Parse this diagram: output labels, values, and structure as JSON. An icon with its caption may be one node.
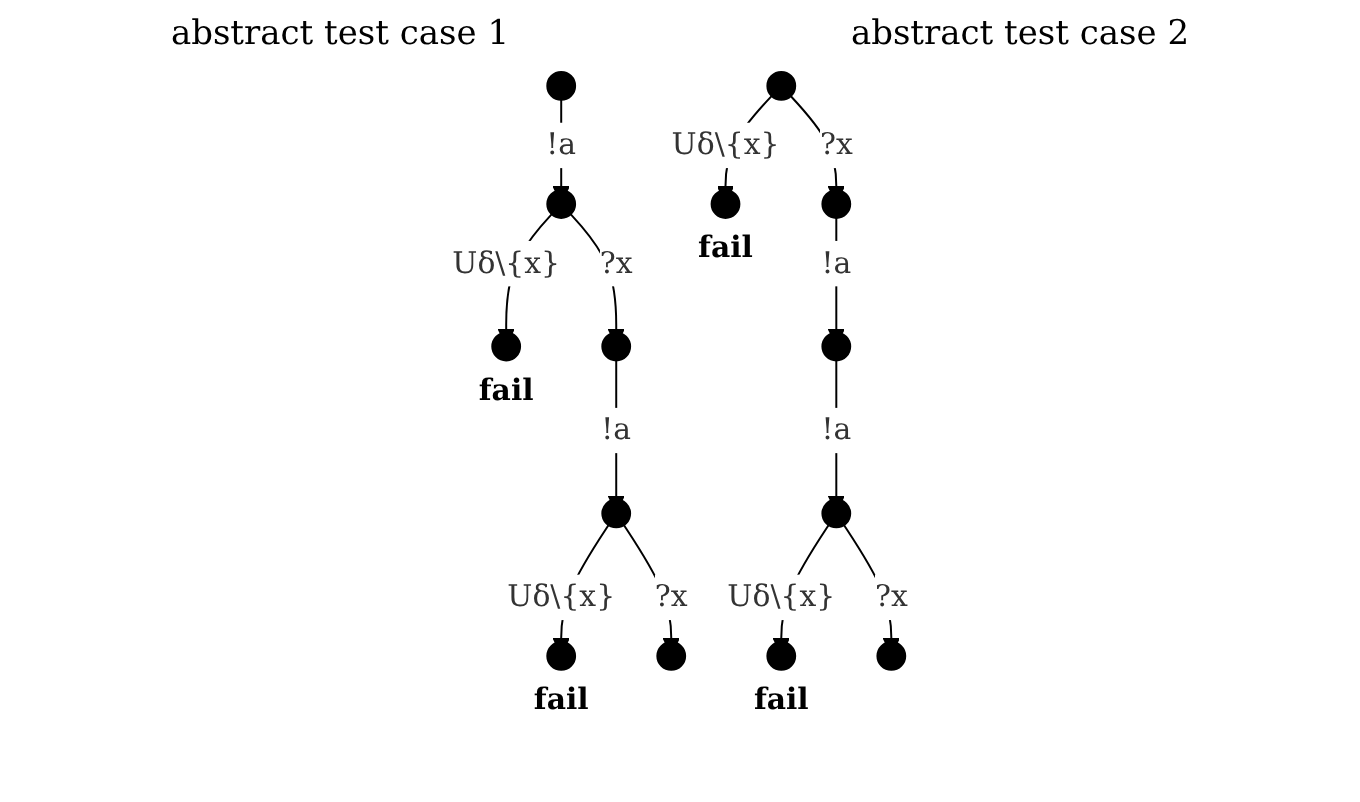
{
  "diagram": {
    "nodes": [
      {
        "text": [],
        "shape": "circle"
      },
      {
        "text": [],
        "shape": "circle"
      },
      {
        "text": [],
        "shape": "circle",
        "beside": [
          "fail"
        ]
      },
      {
        "text": [],
        "shape": "circle"
      },
      {
        "text": [],
        "shape": "circle"
      },
      {
        "text": [],
        "shape": "circle",
        "beside": [
          "fail"
        ]
      },
      {
        "text": [],
        "shape": "circle"
      },
      {
        "text": [],
        "shape": "circle"
      },
      {
        "text": [],
        "shape": "circle",
        "beside": [
          "fail"
        ]
      },
      {
        "text": [],
        "shape": "circle"
      },
      {
        "text": [],
        "shape": "circle"
      },
      {
        "text": [],
        "shape": "circle"
      },
      {
        "text": [],
        "shape": "circle",
        "beside": [
          "fail"
        ]
      },
      {
        "text": [],
        "shape": "circle"
      }
    ],
    "edges": [
      {
        "from": 0,
        "to": 1,
        "arrow": "to",
        "label": "!a"
      },
      {
        "from": 1,
        "to": 2,
        "arrow": "to",
        "label": "Uδ\\{x}"
      },
      {
        "from": 1,
        "to": 3,
        "arrow": "to",
        "label": "?x"
      },
      {
        "from": 3,
        "to": 4,
        "arrow": "to",
        "label": "!a"
      },
      {
        "from": 4,
        "to": 5,
        "arrow": "to",
        "label": "Uδ\\{x}"
      },
      {
        "from": 4,
        "to": 6,
        "arrow": "to",
        "label": "?x"
      },
      {
        "from": 7,
        "to": 8,
        "arrow": "to",
        "label": "Uδ\\{x}"
      },
      {
        "from": 7,
        "to": 9,
        "arrow": "to",
        "label": "?x"
      },
      {
        "from": 9,
        "to": 10,
        "arrow": "to",
        "label": "!a"
      },
      {
        "from": 10,
        "to": 11,
        "arrow": "to",
        "label": "!a"
      },
      {
        "from": 11,
        "to": 12,
        "arrow": "to",
        "label": "Uδ\\{x}"
      },
      {
        "from": 11,
        "to": 13,
        "arrow": "to",
        "label": "?x"
      }
    ],
    "labels": [
      "abstract test case 1",
      "abstract test case 2"
    ]
  }
}
